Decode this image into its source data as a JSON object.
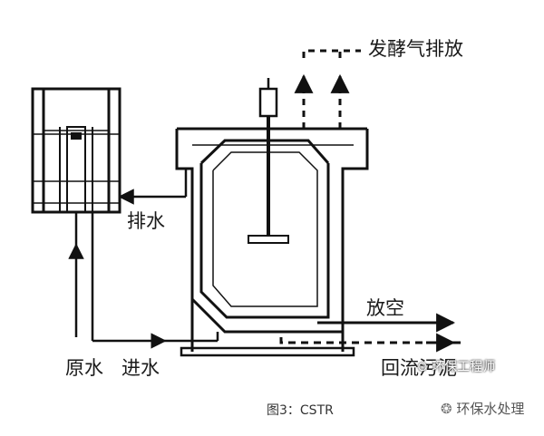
{
  "diagram": {
    "labels": {
      "gas_vent": "发酵气排放",
      "drain": "排水",
      "raw_water": "原水",
      "inlet": "进水",
      "vent": "放空",
      "sludge_return": "回流污泥"
    },
    "caption": "图3：CSTR",
    "watermark": {
      "inline_text": "环保工程师",
      "source_text": "环保水处理"
    }
  }
}
